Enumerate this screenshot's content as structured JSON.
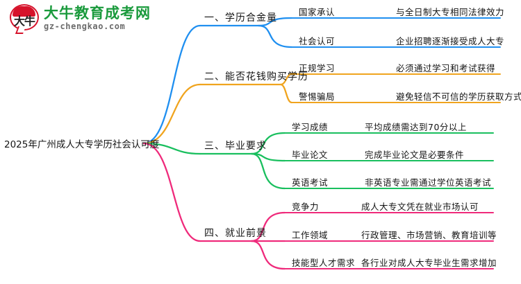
{
  "logo": {
    "name": "大牛教育成考网",
    "domain": "gz-chengkao.com",
    "mark_text": "大牛",
    "brand_green": "#1a9a3c",
    "brand_red": "#d6122a"
  },
  "mindmap": {
    "root": "2025年广州成人大专学历社会认可度",
    "branches": [
      {
        "label": "一、学历合金量",
        "color": "#1f8ff0",
        "leaves": [
          {
            "key": "国家承认",
            "value": "与全日制大专相同法律效力"
          },
          {
            "key": "社会认可",
            "value": "企业招聘逐渐接受成人大专"
          }
        ]
      },
      {
        "label": "二、能否花钱购买学历",
        "color": "#f0a41e",
        "leaves": [
          {
            "key": "正规学习",
            "value": "必须通过学习和考试获得"
          },
          {
            "key": "警惕骗局",
            "value": "避免轻信不可信的学历获取方式"
          }
        ]
      },
      {
        "label": "三、毕业要求",
        "color": "#19bf5e",
        "leaves": [
          {
            "key": "学习成绩",
            "value": "平均成绩需达到70分以上"
          },
          {
            "key": "毕业论文",
            "value": "完成毕业论文是必要条件"
          },
          {
            "key": "英语考试",
            "value": "非英语专业需通过学位英语考试"
          }
        ]
      },
      {
        "label": "四、就业前景",
        "color": "#ef2a7b",
        "leaves": [
          {
            "key": "竞争力",
            "value": "成人大专文凭在就业市场认可"
          },
          {
            "key": "工作领域",
            "value": "行政管理、市场营销、教育培训等"
          },
          {
            "key": "技能型人才需求",
            "value": "各行业对成人大专毕业生需求增加"
          }
        ]
      }
    ]
  }
}
